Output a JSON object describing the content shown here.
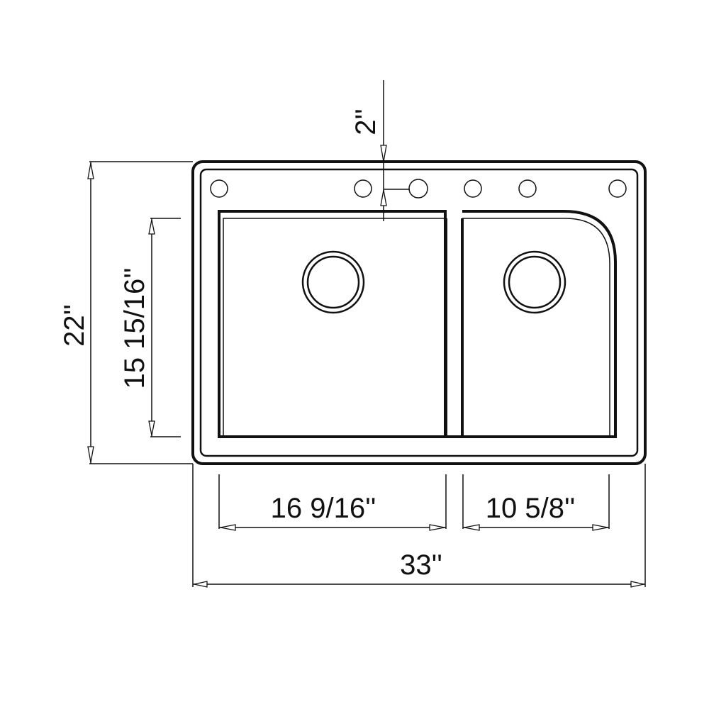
{
  "diagram": {
    "subject": "Double bowl drop-in kitchen sink, dimensioned line drawing",
    "line_color": "#111111",
    "background_color": "#ffffff",
    "faucet_holes": 6,
    "drains": 2,
    "dimensions": {
      "overall_width": "33''",
      "overall_depth": "22''",
      "bowl_depth": "15 15/16''",
      "left_bowl_width": "16 9/16''",
      "right_bowl_width": "10 5/8''",
      "rim_to_bowl": "2''"
    }
  }
}
